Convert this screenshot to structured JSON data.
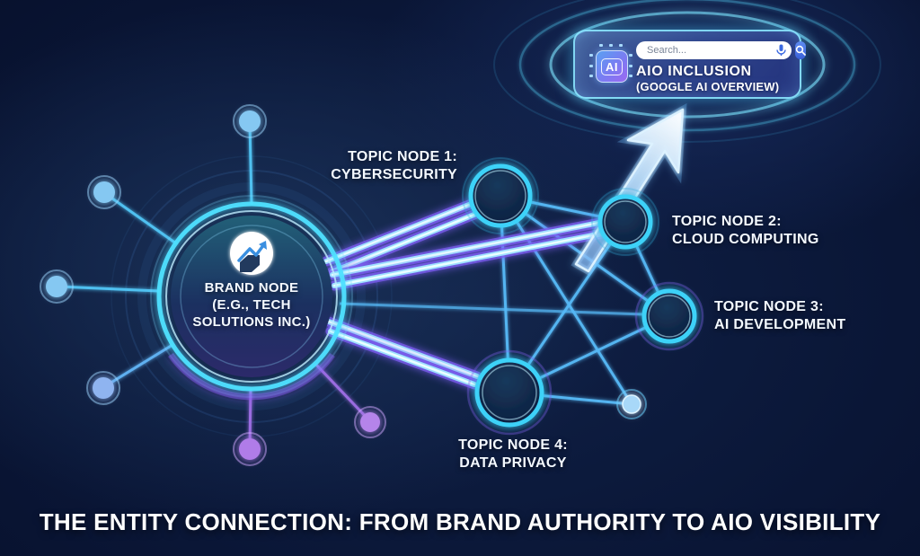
{
  "colors": {
    "background_navy": "#0a1636",
    "glow_cyan": "#4fd8ff",
    "accent_purple": "#8a5cf0",
    "node_ring_cyan": "#3ed2f8",
    "satellite_blue": "#85c8f2",
    "satellite_purple": "#b07ce8",
    "card_border_cyan": "#8fe8ff",
    "search_button_blue": "#3a60d8",
    "text_white": "#ffffff"
  },
  "brand_node": {
    "lines": [
      "BRAND NODE",
      "(e.g., TECH",
      "SOLUTIONS INC.)"
    ],
    "logo_icon": "growth-chart-icon"
  },
  "topic_nodes": [
    {
      "lines": [
        "TOPIC NODE 1:",
        "CYBERSECURITY"
      ]
    },
    {
      "lines": [
        "TOPIC NODE 2:",
        "CLOUD COMPUTING"
      ]
    },
    {
      "lines": [
        "TOPIC NODE 3:",
        "AI DEVELOPMENT"
      ]
    },
    {
      "lines": [
        "TOPIC NODE 4:",
        "DATA PRIVACY"
      ]
    }
  ],
  "aio_card": {
    "chip_label": "AI",
    "chip_icon": "ai-chip-icon",
    "search_placeholder": "Search...",
    "mic_icon": "microphone-icon",
    "search_icon": "search-icon",
    "title_line1": "AIO INCLUSION",
    "title_line2": "(GOOGLE AI OVERVIEW)"
  },
  "footer": {
    "title": "THE ENTITY CONNECTION: FROM BRAND AUTHORITY TO AIO VISIBILITY"
  }
}
